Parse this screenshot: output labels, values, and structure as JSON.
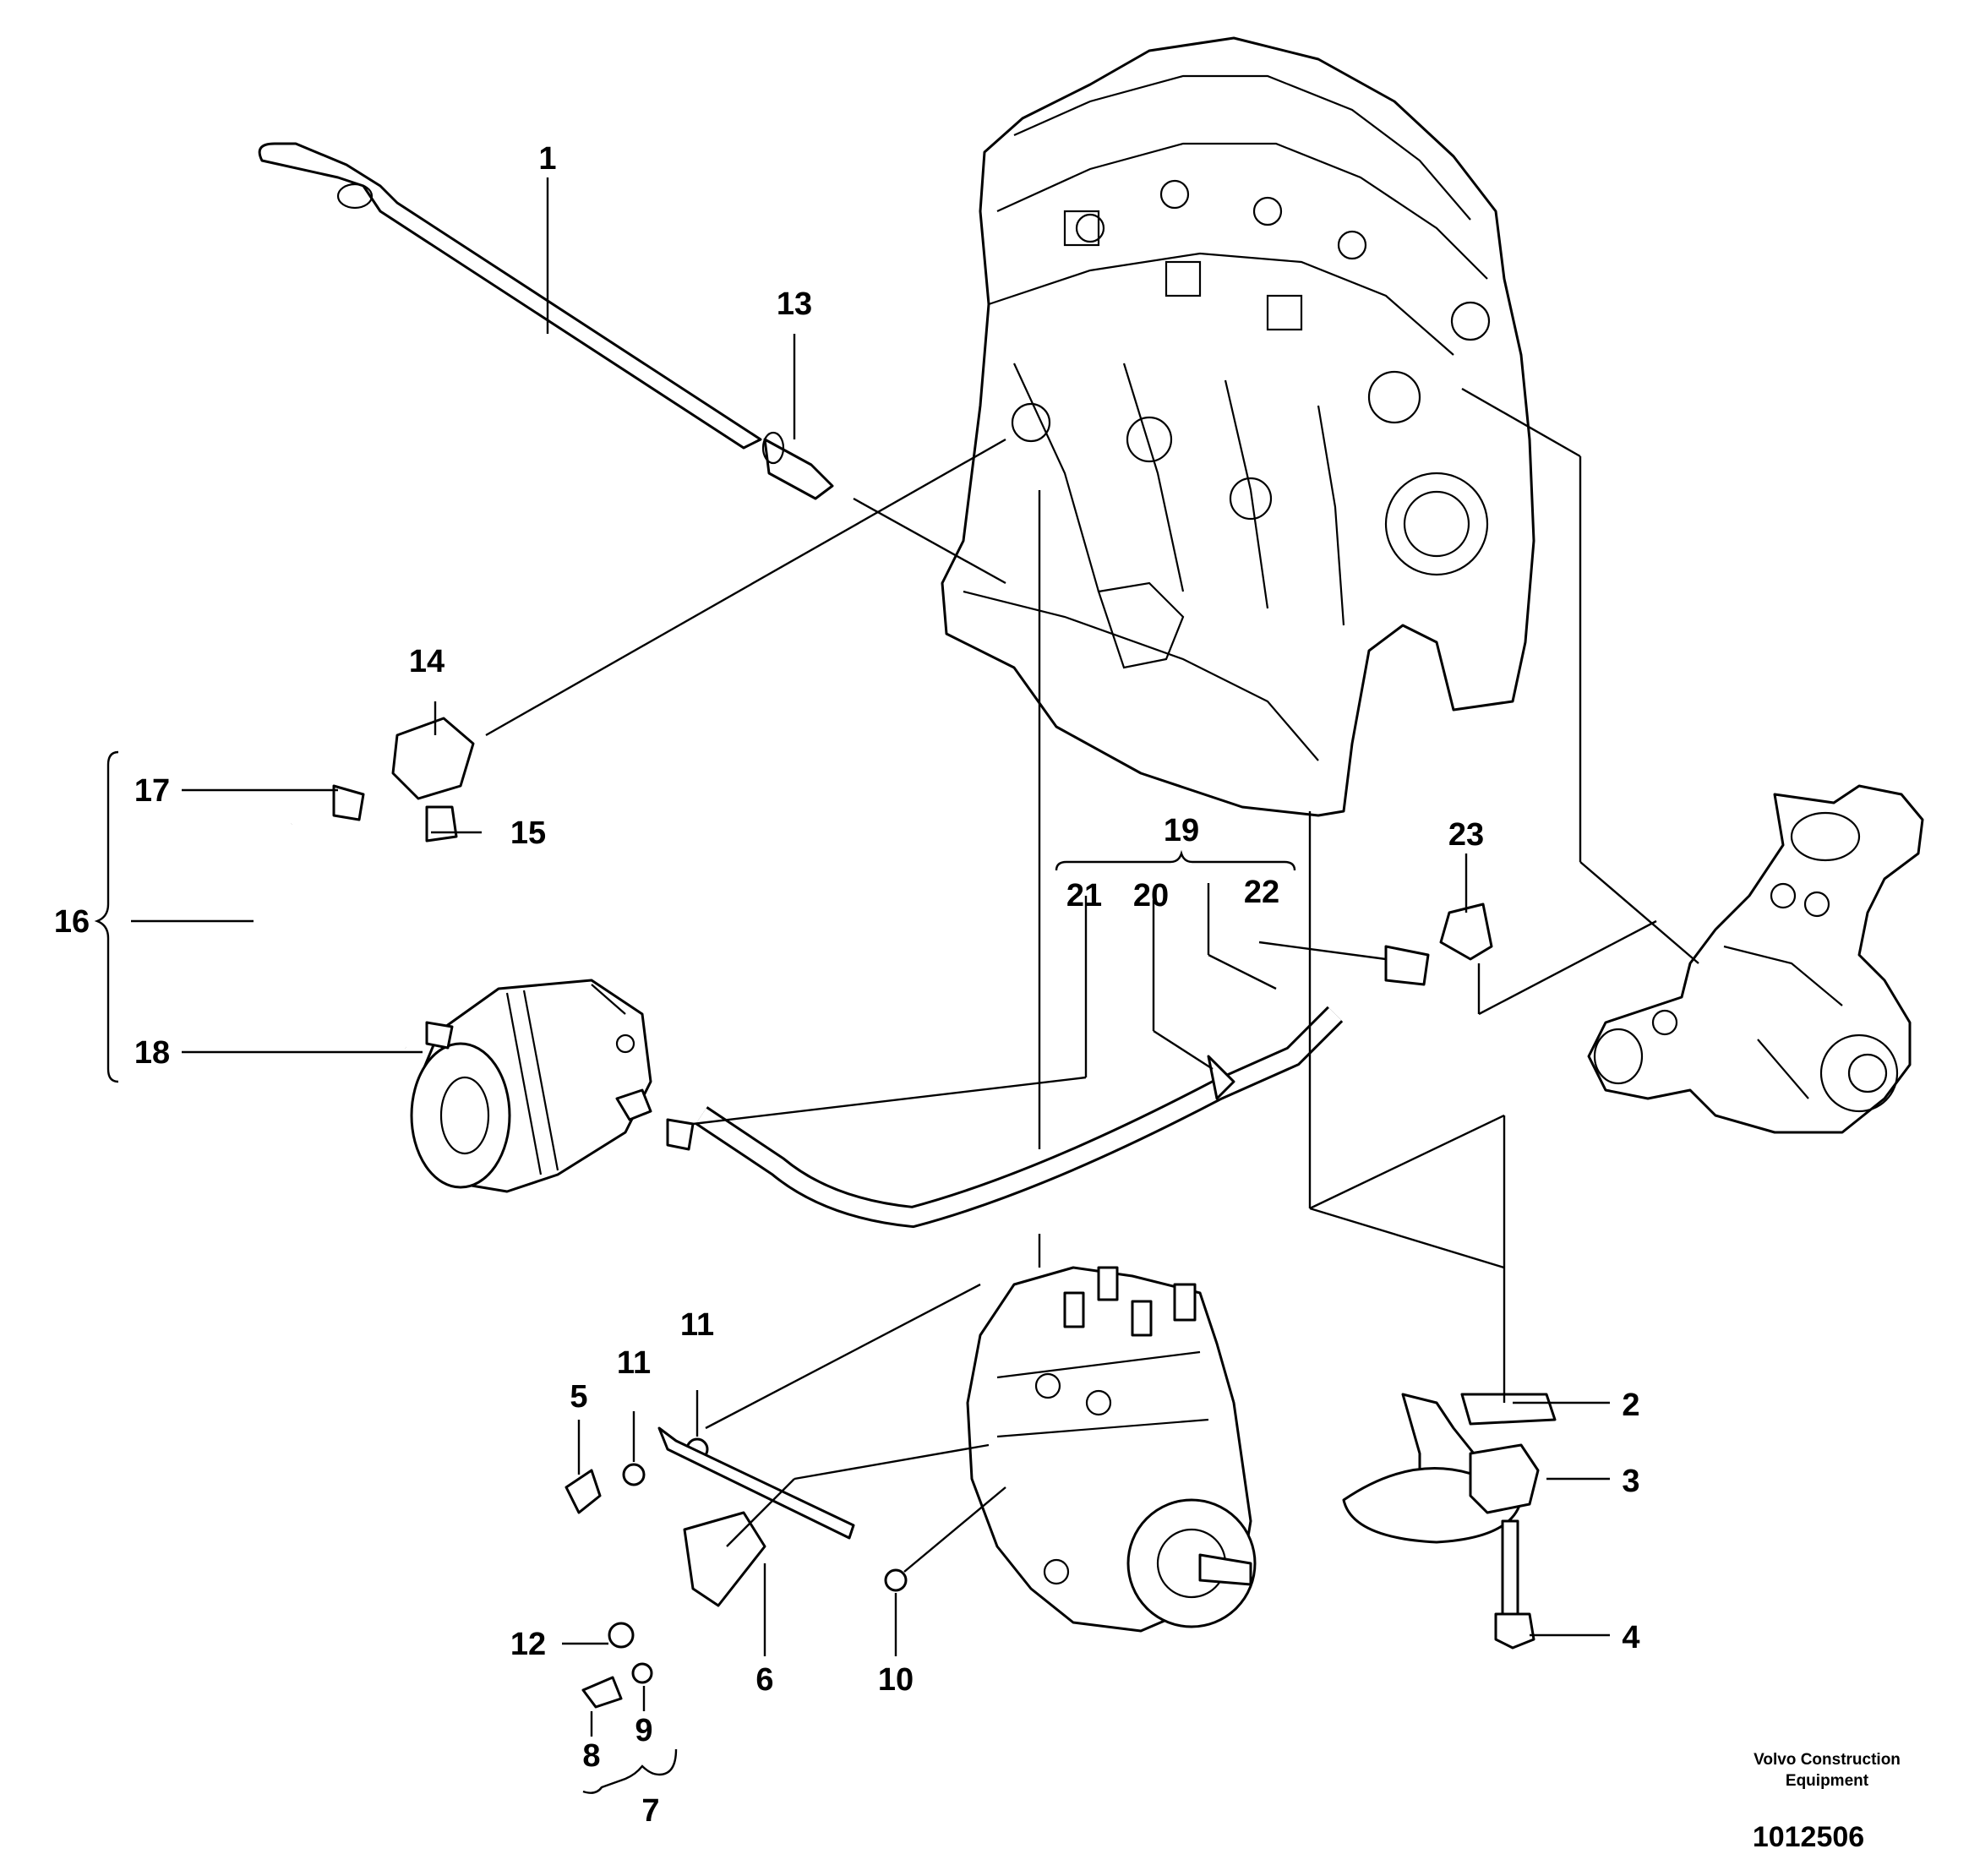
{
  "diagram": {
    "callouts": [
      {
        "id": "c1",
        "text": "1"
      },
      {
        "id": "c2",
        "text": "2"
      },
      {
        "id": "c3",
        "text": "3"
      },
      {
        "id": "c4",
        "text": "4"
      },
      {
        "id": "c5",
        "text": "5"
      },
      {
        "id": "c6",
        "text": "6"
      },
      {
        "id": "c7",
        "text": "7"
      },
      {
        "id": "c8",
        "text": "8"
      },
      {
        "id": "c9",
        "text": "9"
      },
      {
        "id": "c10",
        "text": "10"
      },
      {
        "id": "c11a",
        "text": "11"
      },
      {
        "id": "c11b",
        "text": "11"
      },
      {
        "id": "c12",
        "text": "12"
      },
      {
        "id": "c13",
        "text": "13"
      },
      {
        "id": "c14",
        "text": "14"
      },
      {
        "id": "c15",
        "text": "15"
      },
      {
        "id": "c16",
        "text": "16"
      },
      {
        "id": "c17",
        "text": "17"
      },
      {
        "id": "c18",
        "text": "18"
      },
      {
        "id": "c19",
        "text": "19"
      },
      {
        "id": "c20",
        "text": "20"
      },
      {
        "id": "c21",
        "text": "21"
      },
      {
        "id": "c22",
        "text": "22"
      },
      {
        "id": "c23",
        "text": "23"
      }
    ]
  },
  "footer": {
    "brand_line1": "Volvo Construction",
    "brand_line2": "Equipment",
    "document_number": "1012506"
  }
}
